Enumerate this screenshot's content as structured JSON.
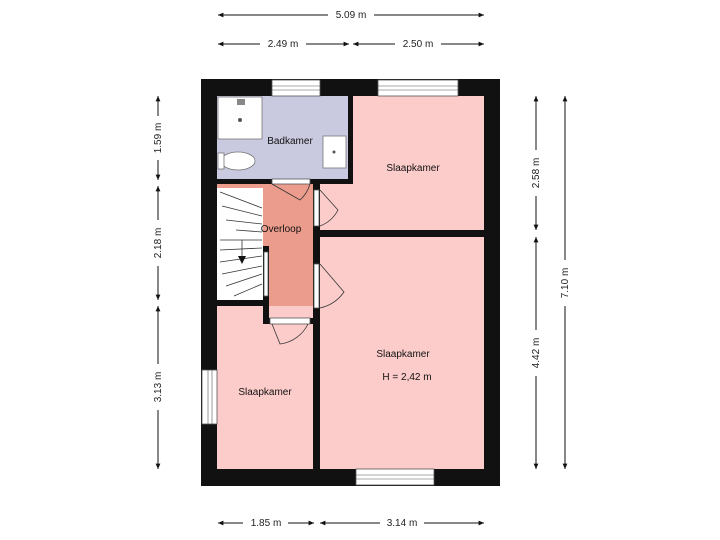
{
  "rooms": {
    "badkamer": "Badkamer",
    "slaapkamer_top_right": "Slaapkamer",
    "overloop": "Overloop",
    "slaapkamer_main": "Slaapkamer",
    "height_note": "H = 2,42 m",
    "slaapkamer_left": "Slaapkamer"
  },
  "dimensions": {
    "top_total": "5.09 m",
    "top_left": "2.49 m",
    "top_right": "2.50 m",
    "bottom_left": "1.85 m",
    "bottom_right": "3.14 m",
    "left_top": "1.59 m",
    "left_middle": "2.18 m",
    "left_bottom": "3.13 m",
    "right_top": "2.58 m",
    "right_bottom": "4.42 m",
    "right_total": "7.10 m"
  },
  "colors": {
    "bathroom": "#c9c9e0",
    "bedroom": "#fccccb",
    "landing": "#ec9c8c",
    "wall": "#111111"
  }
}
